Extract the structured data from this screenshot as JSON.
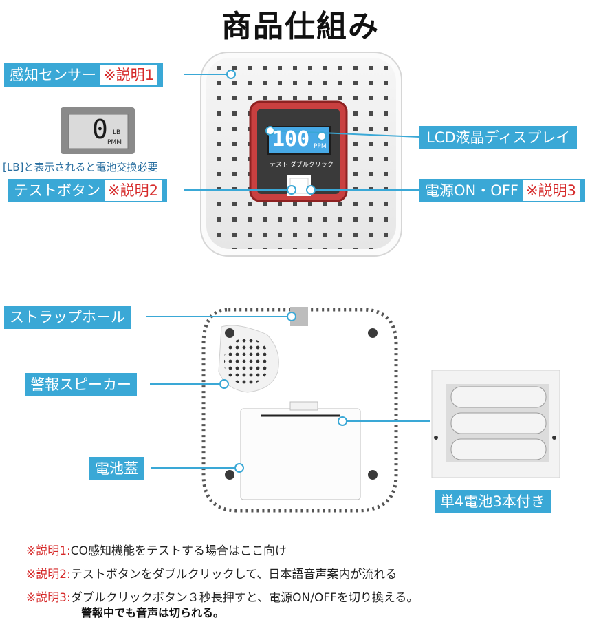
{
  "title": "商品仕組み",
  "front": {
    "callouts": {
      "sensor": {
        "label": "感知センサー",
        "note": "※説明1"
      },
      "lcd": {
        "label": "LCD液晶ディスプレイ"
      },
      "test_button": {
        "label": "テストボタン",
        "note": "※説明2"
      },
      "power": {
        "label": "電源ON・OFF",
        "note": "※説明3"
      }
    },
    "lcd_value": "100",
    "lcd_unit": "PPM",
    "device_caption": "テスト ダブルクリック",
    "mini_lcd": {
      "value": "0",
      "lb": "LB",
      "unit": "PMM"
    },
    "mini_lcd_note": "[LB]と表示されると電池交換必要"
  },
  "back": {
    "callouts": {
      "strap": {
        "label": "ストラップホール"
      },
      "speaker": {
        "label": "警報スピーカー"
      },
      "battery_cover": {
        "label": "電池蓋"
      },
      "batteries": {
        "label": "単4電池3本付き"
      }
    }
  },
  "notes": [
    {
      "key": "※説明1:",
      "text": "CO感知機能をテストする場合はここ向け"
    },
    {
      "key": "※説明2:",
      "text": "テストボタンをダブルクリックして、日本語音声案内が流れる"
    },
    {
      "key": "※説明3:",
      "text": "ダブルクリックボタン３秒長押すと、電源ON/OFFを切り換える。"
    }
  ],
  "note_extra": "警報中でも音声は切られる。",
  "colors": {
    "accent": "#3aa8d6",
    "red": "#d62a2a",
    "lcd": "#47a9e6"
  }
}
